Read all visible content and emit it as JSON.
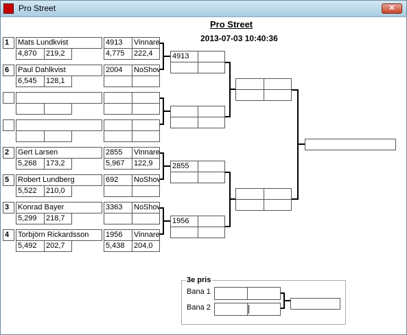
{
  "window": {
    "title": "Pro Street",
    "icon": "app-icon",
    "close_glyph": "✕"
  },
  "header": {
    "title": "Pro Street",
    "datetime": "2013-07-03 10:40:36"
  },
  "round1": [
    {
      "seed": "1",
      "name": "Mats Lundkvist",
      "a": "4,870",
      "b": "219,2",
      "opp_id": "4913",
      "opp_result": "Vinnare",
      "opp_a": "4,775",
      "opp_b": "222,4"
    },
    {
      "seed": "6",
      "name": "Paul Dahlkvist",
      "a": "6,545",
      "b": "128,1",
      "opp_id": "2004",
      "opp_result": "NoShow",
      "opp_a": "",
      "opp_b": ""
    },
    {
      "seed": "",
      "name": "",
      "a": "",
      "b": "",
      "opp_id": "",
      "opp_result": "",
      "opp_a": "",
      "opp_b": ""
    },
    {
      "seed": "",
      "name": "",
      "a": "",
      "b": "",
      "opp_id": "",
      "opp_result": "",
      "opp_a": "",
      "opp_b": ""
    },
    {
      "seed": "2",
      "name": "Gert Larsen",
      "a": "5,268",
      "b": "173,2",
      "opp_id": "2855",
      "opp_result": "Vinnare",
      "opp_a": "5,967",
      "opp_b": "122,9"
    },
    {
      "seed": "5",
      "name": "Robert Lundberg",
      "a": "5,522",
      "b": "210,0",
      "opp_id": "692",
      "opp_result": "NoShow",
      "opp_a": "",
      "opp_b": ""
    },
    {
      "seed": "3",
      "name": "Konrad Bayer",
      "a": "5,299",
      "b": "218,7",
      "opp_id": "3363",
      "opp_result": "NoShow",
      "opp_a": "",
      "opp_b": ""
    },
    {
      "seed": "4",
      "name": "Torbjörn Rickardsson",
      "a": "5,492",
      "b": "202,7",
      "opp_id": "1956",
      "opp_result": "Vinnare",
      "opp_a": "5,438",
      "opp_b": "204,0"
    }
  ],
  "round2": [
    {
      "id": "4913",
      "r": ""
    },
    {
      "id": "",
      "r": ""
    },
    {
      "id": "2855",
      "r": ""
    },
    {
      "id": "1956",
      "r": ""
    }
  ],
  "third_place": {
    "label": "3e pris",
    "lane1": "Bana 1",
    "lane2": "Bana 2"
  }
}
